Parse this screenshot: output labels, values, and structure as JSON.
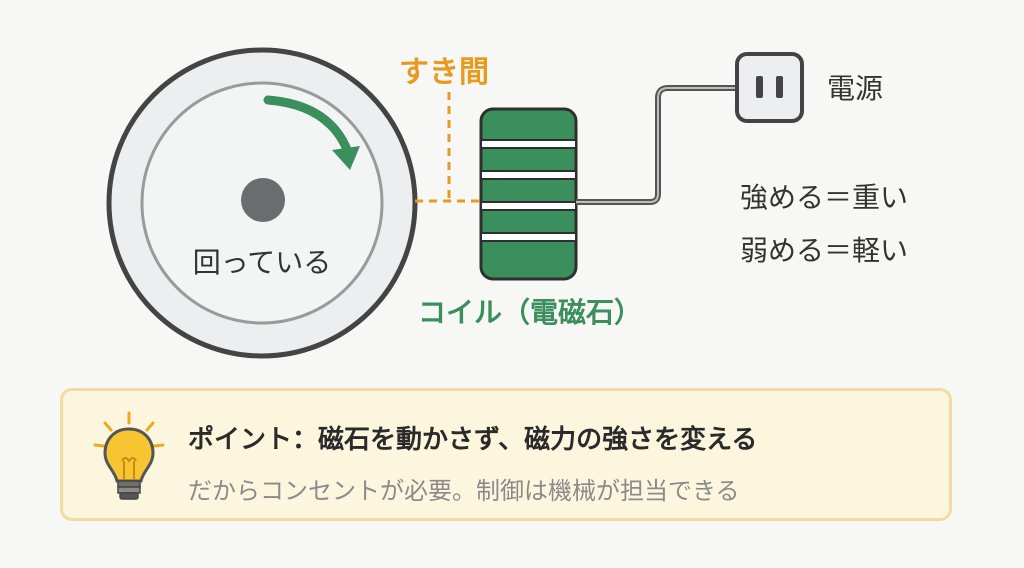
{
  "diagram": {
    "disk_label": "回っている",
    "gap_label": "すき間",
    "coil_label": "コイル（電磁石）",
    "power_label": "電源",
    "strong_label": "強める＝重い",
    "weak_label": "弱める＝軽い"
  },
  "callout": {
    "title": "ポイント：磁石を動かさず、磁力の強さを変える",
    "subtitle": "だからコンセントが必要。制御は機械が担当できる"
  },
  "colors": {
    "accent_green": "#3a8f5c",
    "accent_orange": "#e89a1e",
    "text_dark": "#333333",
    "callout_bg": "#fdf6df",
    "callout_border": "#f0dba2"
  },
  "icons": [
    "rotation-arrow-icon",
    "power-outlet-icon",
    "light-bulb-icon"
  ]
}
